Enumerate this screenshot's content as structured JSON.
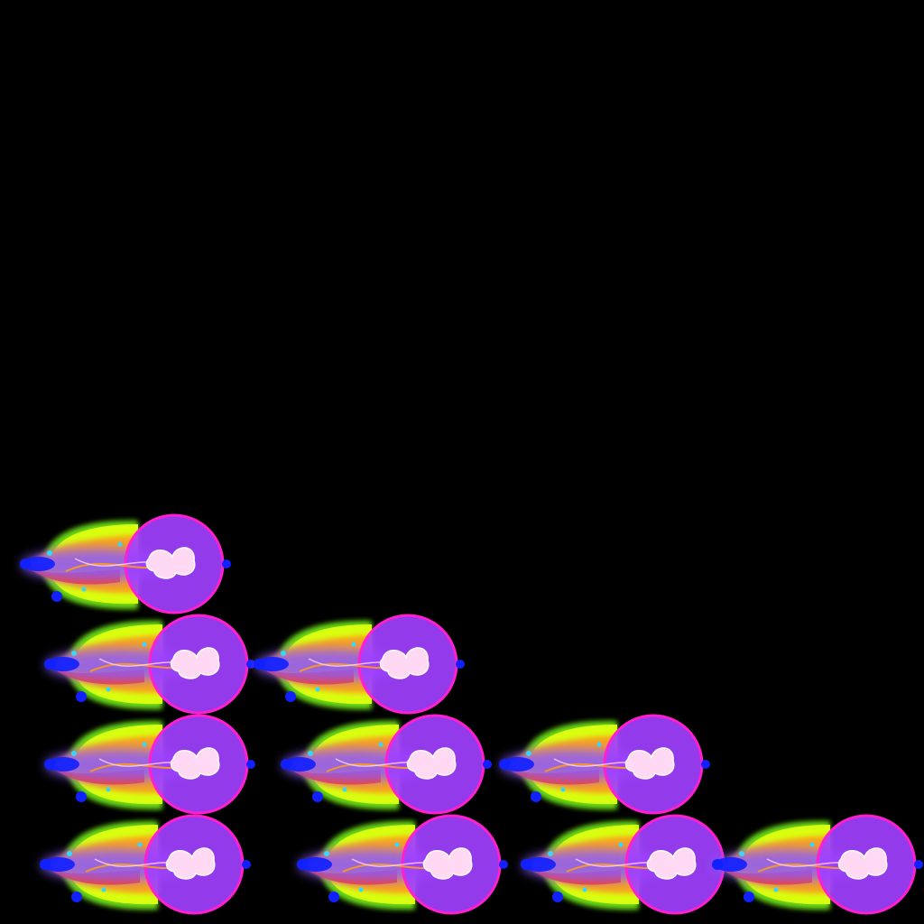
{
  "sprite_sheet": {
    "background": "#000000",
    "sprite_name": "fireball-projectile",
    "frame_count": 10,
    "rows_frame_counts": [
      1,
      2,
      3,
      4
    ],
    "colors": {
      "orb_fill": "#a040ff",
      "orb_ring": "#ff1fd0",
      "core": "#ffd9f4",
      "core_outline": "#ffffff",
      "tail_yellow": "#d8ff10",
      "tail_green": "#7cff1a",
      "tail_orange": "#ff9a1a",
      "tail_red": "#ff2a1a",
      "tail_violet": "#8a5cff",
      "sparkle_blue": "#1020ff",
      "sparkle_cyan": "#36d6ff"
    }
  }
}
